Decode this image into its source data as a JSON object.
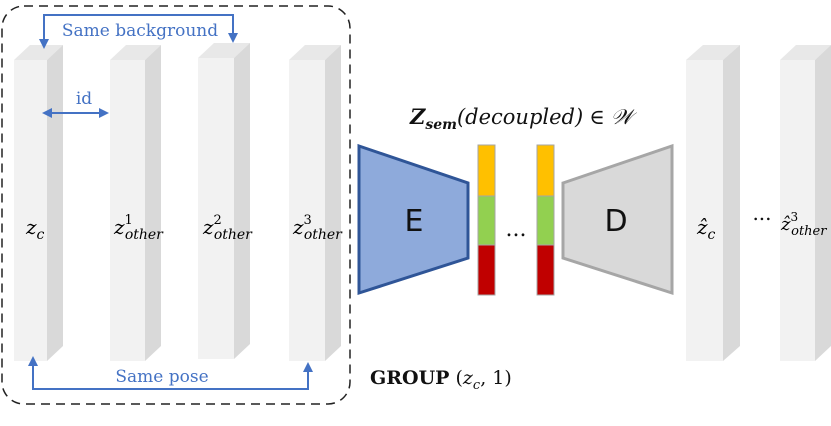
{
  "annotations": {
    "same_background": "Same background",
    "id": "id",
    "same_pose": "Same pose"
  },
  "slabs": {
    "zc": {
      "base": "z",
      "sub": "c"
    },
    "z1": {
      "base": "z",
      "sup": "1",
      "sub": "other"
    },
    "z2": {
      "base": "z",
      "sup": "2",
      "sub": "other"
    },
    "z3": {
      "base": "z",
      "sup": "3",
      "sub": "other"
    },
    "zc_hat": {
      "base": "ẑ",
      "sub": "c"
    },
    "z3_hat": {
      "base": "ẑ",
      "sup": "3",
      "sub": "other"
    }
  },
  "encoder": {
    "label": "E",
    "color": "#8eaadb"
  },
  "decoder": {
    "label": "D",
    "color": "#d9d9d9"
  },
  "latent": {
    "symbol": "Z",
    "sub": "sem",
    "paren": "(decoupled)",
    "member": "∈",
    "space": "𝒲",
    "ellipsis": "...",
    "segment_colors": [
      "#ffc000",
      "#92d050",
      "#c00000"
    ]
  },
  "output_ellipsis": "...",
  "group": {
    "word": "GROUP",
    "open": " (",
    "arg_base": "z",
    "arg_sub": "c",
    "rest": ", 1)"
  },
  "colors": {
    "annotation": "#4472c4",
    "slab_front": "#f2f2f2",
    "slab_side": "#d9d9d9"
  }
}
